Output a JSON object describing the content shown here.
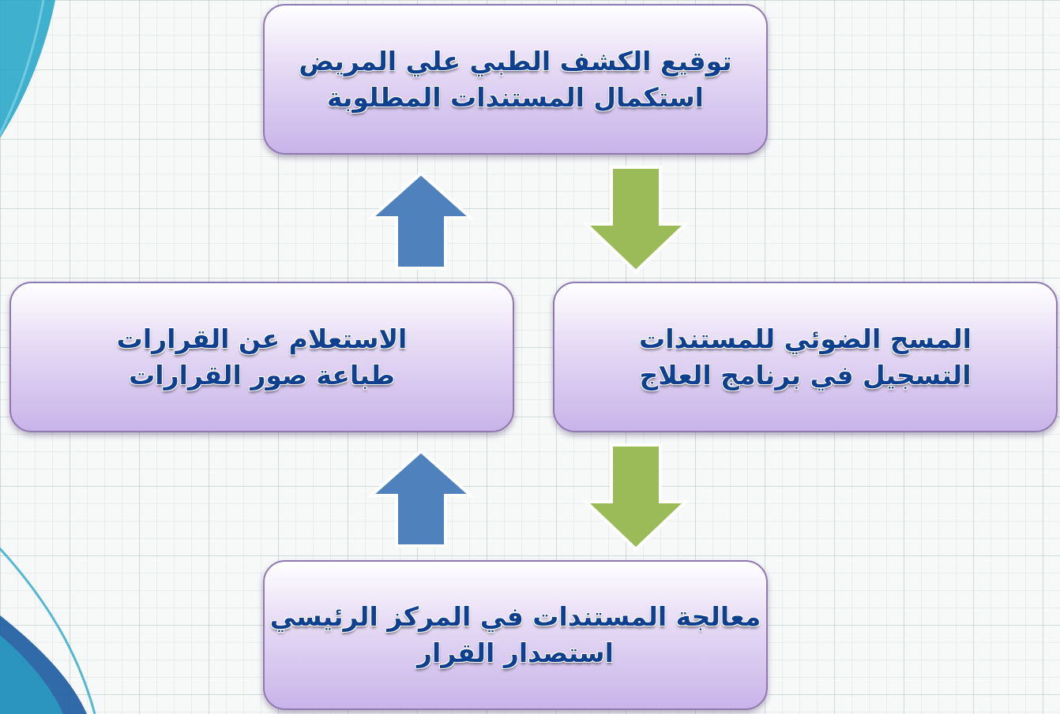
{
  "diagram": {
    "type": "cycle-flowchart",
    "steps": [
      {
        "id": "top",
        "lines": [
          "توقيع الكشف الطبي علي المريض",
          "استكمال المستندات المطلوبة"
        ]
      },
      {
        "id": "right",
        "lines": [
          "المسح الضوئي للمستندات",
          "التسجيل في برنامج العلاج"
        ]
      },
      {
        "id": "bottom",
        "lines": [
          "معالجة المستندات في المركز الرئيسي",
          "استصدار القرار"
        ]
      },
      {
        "id": "left",
        "lines": [
          "الاستعلام عن القرارات",
          "طباعة صور القرارات"
        ]
      }
    ],
    "connections": [
      {
        "from": "top",
        "to": "right",
        "color": "#9bbb59",
        "direction": "down"
      },
      {
        "from": "right",
        "to": "bottom",
        "color": "#9bbb59",
        "direction": "down"
      },
      {
        "from": "bottom",
        "to": "left",
        "color": "#4f81bd",
        "direction": "up"
      },
      {
        "from": "left",
        "to": "top",
        "color": "#4f81bd",
        "direction": "up"
      }
    ]
  },
  "colors": {
    "box_border": "#8e7ab0",
    "box_fill_top": "#ffffff",
    "box_fill_bottom": "#c9b4e9",
    "text": "#0f3f8f",
    "arrow_up": "#4f81bd",
    "arrow_down": "#9bbb59",
    "decor_arc": "#2aa7c9",
    "decor_arc_dark": "#1a5aa0"
  }
}
